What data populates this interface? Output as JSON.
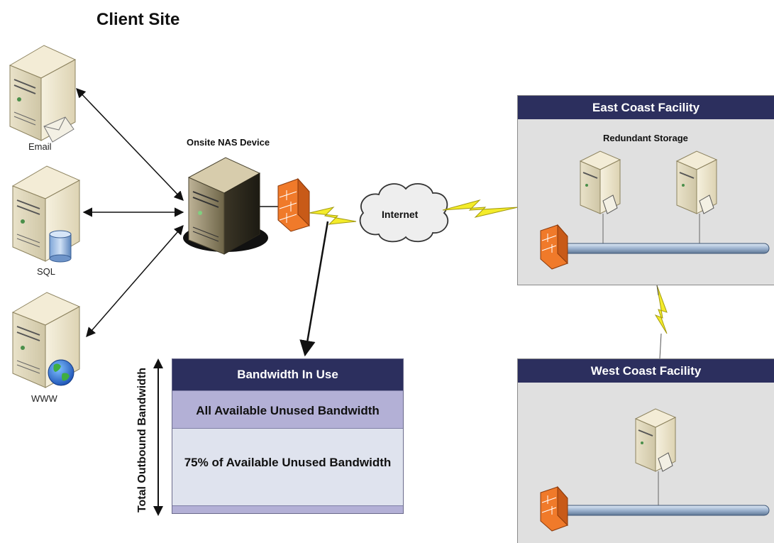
{
  "title": "Client Site",
  "client_servers": {
    "email_label": "Email",
    "sql_label": "SQL",
    "www_label": "WWW"
  },
  "nas": {
    "label": "Onsite NAS Device"
  },
  "internet": {
    "label": "Internet"
  },
  "bandwidth": {
    "in_use": "Bandwidth In Use",
    "all_unused": "All Available Unused Bandwidth",
    "pct_unused": "75% of Available Unused Bandwidth",
    "axis_label": "Total Outbound Bandwidth"
  },
  "east": {
    "title": "East Coast Facility",
    "subtitle": "Redundant Storage"
  },
  "west": {
    "title": "West Coast Facility"
  },
  "colors": {
    "header_navy": "#2c2f5e",
    "lavender": "#b3b0d6",
    "pale": "#dfe3ee",
    "facility_gray": "#e0e0e0",
    "firewall_orange": "#f07a2a",
    "lightning_yellow": "#f4ec2a"
  },
  "icons": [
    "server-icon",
    "envelope-icon",
    "database-icon",
    "globe-icon",
    "nas-server-icon",
    "firewall-icon",
    "lightning-icon",
    "cloud-icon"
  ]
}
